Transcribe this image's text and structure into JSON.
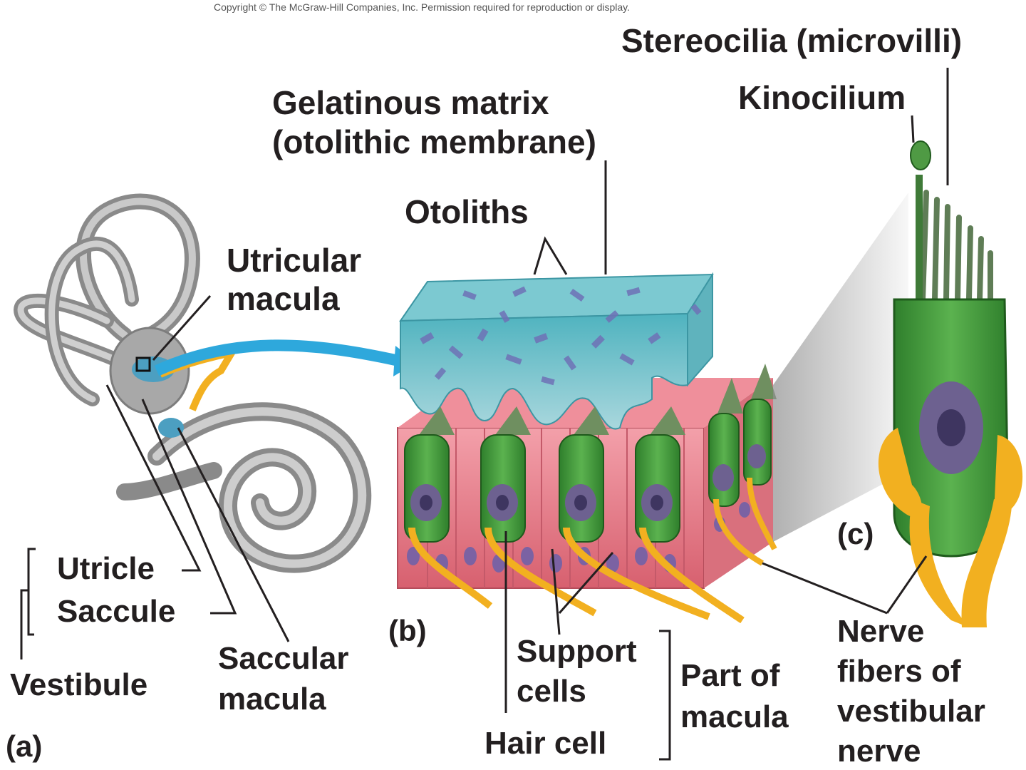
{
  "copyright": "Copyright © The McGraw-Hill Companies, Inc. Permission required for reproduction or display.",
  "labels": {
    "stereocilia": "Stereocilia (microvilli)",
    "kinocilium": "Kinocilium",
    "gelatinous_1": "Gelatinous matrix",
    "gelatinous_2": "(otolithic membrane)",
    "otoliths": "Otoliths",
    "utricular_1": "Utricular",
    "utricular_2": "macula",
    "utricle": "Utricle",
    "saccule": "Saccule",
    "vestibule": "Vestibule",
    "saccular_1": "Saccular",
    "saccular_2": "macula",
    "support_1": "Support",
    "support_2": "cells",
    "hair_cell": "Hair cell",
    "part_1": "Part of",
    "part_2": "macula",
    "nerve_1": "Nerve",
    "nerve_2": "fibers of",
    "nerve_3": "vestibular",
    "nerve_4": "nerve"
  },
  "panels": {
    "a": "(a)",
    "b": "(b)",
    "c": "(c)"
  },
  "colors": {
    "membrane": "#6fc0c8",
    "otolith": "#7a7ab8",
    "tissue": "#e87c8a",
    "hair_cell": "#3f9a3a",
    "nucleus": "#6d6190",
    "nerve": "#f2b020",
    "arrow": "#2ea8dc",
    "labyrinth": "#9a9a9a"
  }
}
